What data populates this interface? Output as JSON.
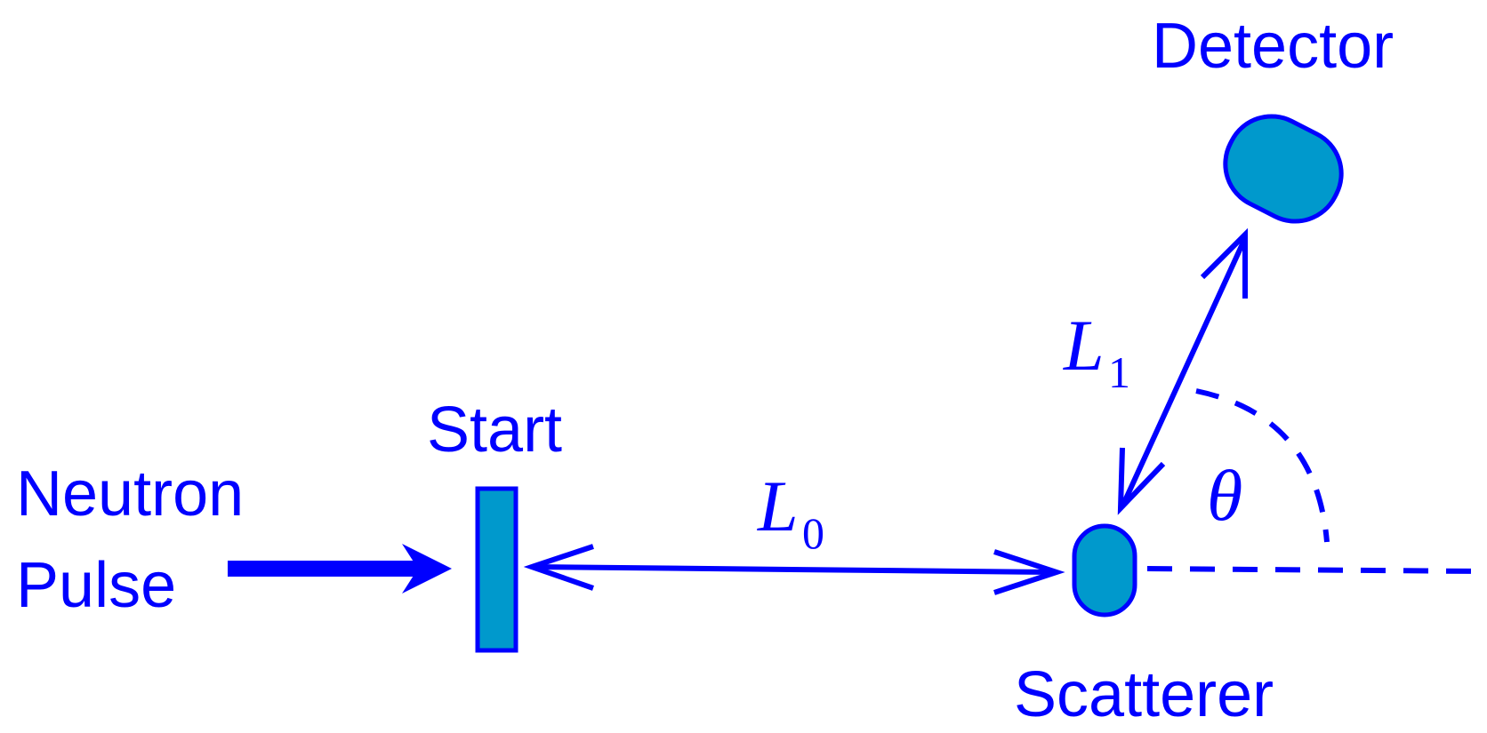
{
  "labels": {
    "detector": "Detector",
    "start": "Start",
    "neutron": "Neutron",
    "pulse": "Pulse",
    "scatterer": "Scatterer",
    "theta": "θ",
    "l0_main": "L",
    "l0_sub": "0",
    "l1_main": "L",
    "l1_sub": "1"
  },
  "colors": {
    "stroke": "#0000ff",
    "fill": "#0099cc"
  }
}
